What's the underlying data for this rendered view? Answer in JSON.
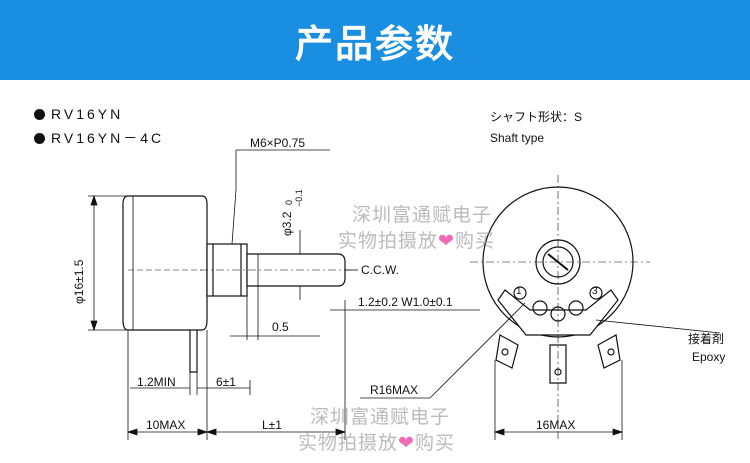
{
  "banner": {
    "title": "产品参数",
    "color": "#1a8ee0"
  },
  "models": [
    "RV16YN",
    "RV16YN－4C"
  ],
  "labels": {
    "thread": "M6×P0.75",
    "shaft_dia": "φ3.2",
    "shaft_tol_upper": "0",
    "shaft_tol_lower": "−0.1",
    "body_dia": "φ16±1.5",
    "ccw": "C.C.W.",
    "tol1": "1.2±0.2  W1.0±0.1",
    "len_05": "0.5",
    "len_12min": "1.2MIN",
    "len_6": "6±1",
    "len_10max": "10MAX",
    "len_L": "L±1",
    "radius": "R16MAX",
    "width_16max": "16MAX",
    "shaft_type_jp": "シャフト形状：S",
    "shaft_type_en": "Shaft type",
    "adhesive_jp": "接着剤",
    "adhesive_en": "Epoxy",
    "term_1": "1",
    "term_3": "3"
  },
  "watermark": {
    "line1": "深圳富通赋电子",
    "line2_a": "实物拍摄放",
    "heart": "❤",
    "line2_b": "购买"
  }
}
